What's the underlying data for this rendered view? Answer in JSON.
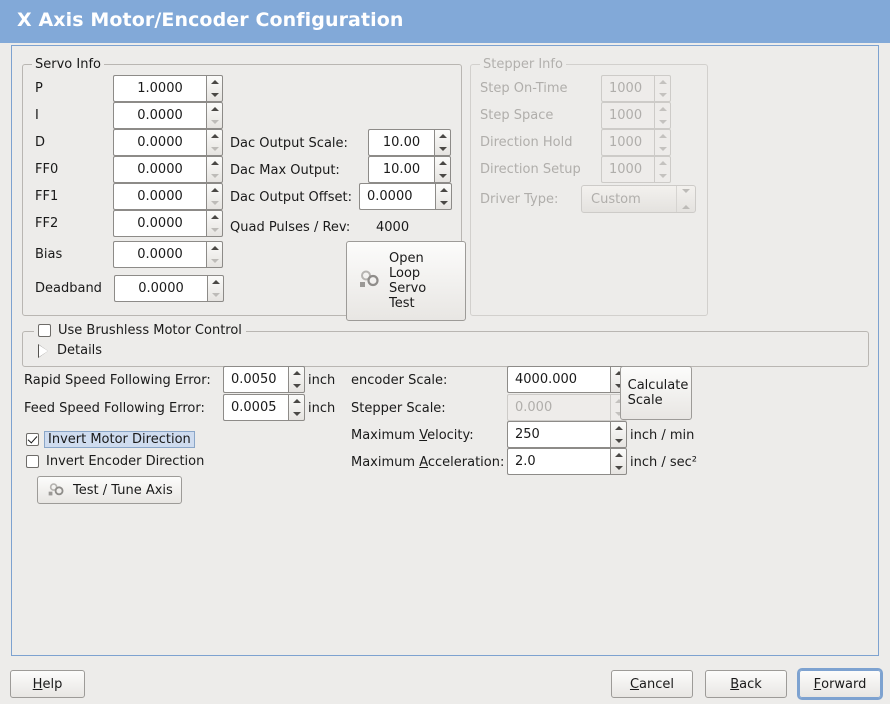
{
  "window": {
    "title": "X Axis Motor/Encoder Configuration",
    "title_bg": "#82a9d8",
    "panel_border": "#7da2d0",
    "bg": "#edecea"
  },
  "servo_info": {
    "legend": "Servo Info",
    "rows": [
      {
        "label": "P",
        "value": "1.0000"
      },
      {
        "label": "I",
        "value": "0.0000"
      },
      {
        "label": "D",
        "value": "0.0000"
      },
      {
        "label": "FF0",
        "value": "0.0000"
      },
      {
        "label": "FF1",
        "value": "0.0000"
      },
      {
        "label": "FF2",
        "value": "0.0000"
      },
      {
        "label": "Bias",
        "value": "0.0000"
      },
      {
        "label": "Deadband",
        "value": "0.0000"
      }
    ],
    "dac_output_scale": {
      "label": "Dac Output Scale:",
      "value": "10.00"
    },
    "dac_max_output": {
      "label": "Dac Max Output:",
      "value": "10.00"
    },
    "dac_output_offset": {
      "label": "Dac Output Offset:",
      "value": "0.0000"
    },
    "quad_pulses_rev": {
      "label": "Quad Pulses / Rev:",
      "value": "4000"
    },
    "open_loop_test_button": {
      "label": "Open\nLoop\nServo\nTest",
      "icon": "gears-icon"
    }
  },
  "stepper_info": {
    "legend": "Stepper Info",
    "disabled": true,
    "rows": [
      {
        "label": "Step On-Time",
        "value": "1000"
      },
      {
        "label": "Step Space",
        "value": "1000"
      },
      {
        "label": "Direction Hold",
        "value": "1000"
      },
      {
        "label": "Direction Setup",
        "value": "1000"
      }
    ],
    "driver_type": {
      "label": "Driver Type:",
      "value": "Custom"
    }
  },
  "brushless": {
    "checkbox_label": "Use Brushless Motor Control",
    "checked": false,
    "details_label": "Details",
    "details_expanded": false
  },
  "tuning": {
    "rapid_following_error": {
      "label": "Rapid Speed Following Error:",
      "value": "0.0050",
      "units": "inch"
    },
    "feed_following_error": {
      "label": "Feed Speed Following Error:",
      "value": "0.0005",
      "units": "inch"
    },
    "invert_motor_direction": {
      "label": "Invert Motor Direction",
      "checked": true,
      "focused": true
    },
    "invert_encoder_direction": {
      "label": "Invert Encoder Direction",
      "checked": false,
      "focused": false
    },
    "test_tune_button": {
      "label": "Test / Tune Axis",
      "icon": "gears-icon"
    }
  },
  "scales": {
    "encoder_scale": {
      "label": "encoder Scale:",
      "value": "4000.000",
      "disabled": false
    },
    "stepper_scale": {
      "label": "Stepper Scale:",
      "value": "0.000",
      "disabled": true
    },
    "maximum_velocity": {
      "label": "Maximum Velocity:",
      "value": "250",
      "units": "inch / min"
    },
    "maximum_acceleration": {
      "label": "Maximum Acceleration:",
      "value": "2.0",
      "units": "inch / sec²"
    },
    "calculate_scale_button": {
      "label": "Calculate\nScale"
    }
  },
  "footer": {
    "help": {
      "label": "Help",
      "mnemonic": "H"
    },
    "cancel": {
      "label": "Cancel",
      "mnemonic": "C"
    },
    "back": {
      "label": "Back",
      "mnemonic": "B"
    },
    "forward": {
      "label": "Forward",
      "mnemonic": "F",
      "focused": true
    }
  }
}
